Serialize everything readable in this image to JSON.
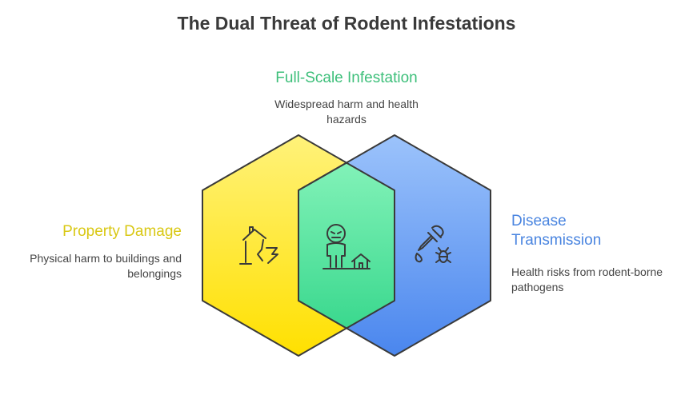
{
  "title": "The Dual Threat of Rodent Infestations",
  "sections": {
    "overlap": {
      "heading": "Full-Scale Infestation",
      "description": "Widespread harm and health hazards",
      "icon": "person-with-house-icon",
      "color": "#3dbf7a"
    },
    "left": {
      "heading": "Property Damage",
      "description": "Physical harm to buildings and belongings",
      "icon": "broken-house-icon",
      "color": "#d9c814"
    },
    "right": {
      "heading_line1": "Disease",
      "heading_line2": "Transmission",
      "description": "Health risks from rodent-borne pathogens",
      "icon": "dropper-bug-icon",
      "color": "#4a85e0"
    }
  }
}
